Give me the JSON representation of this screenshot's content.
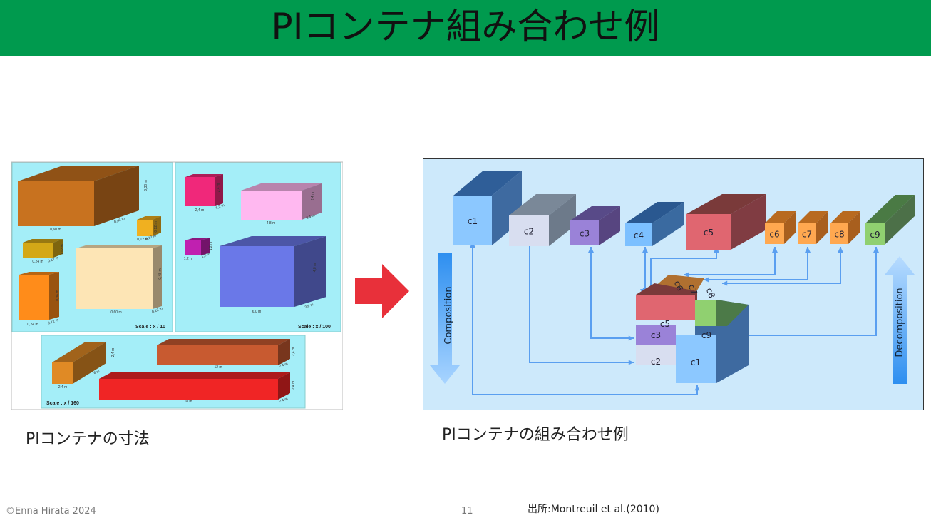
{
  "slide": {
    "title": "PIコンテナ組み合わせ例",
    "left_caption": "PIコンテナの寸法",
    "right_caption": "PIコンテナの組み合わせ例",
    "copyright": "©Enna Hirata 2024",
    "page_number": "11",
    "source": "出所:Montreuil et al.(2010)"
  },
  "colors": {
    "banner": "#009a4e",
    "arrow": "#e8303a",
    "diagram_bg": "#cde9fb",
    "panel_bg": "#a4eef8"
  },
  "dimensions_figure": {
    "scales": [
      "Scale : x / 10",
      "Scale : x / 100",
      "Scale : x / 160"
    ],
    "labels": [
      "0,60 m",
      "0,48 m",
      "0,36 m",
      "0,12 m",
      "0,12 m",
      "0,12 m",
      "0,24 m",
      "0,12 m",
      "0,12 m",
      "0,60 m",
      "0,12 m",
      "0,48 m",
      "0,24 m",
      "0,12 m",
      "0,36 m",
      "2,4 m",
      "1,2 m",
      "2,4 m",
      "4,8 m",
      "2,4 m",
      "2,4 m",
      "1,2 m",
      "1,2 m",
      "1,2 m",
      "6,0 m",
      "3,6 m",
      "4,8 m",
      "2,4 m",
      "6 m",
      "2,4 m",
      "12 m",
      "2,4 m",
      "2,4 m",
      "18 m",
      "2,4 m",
      "2,4 m"
    ]
  },
  "composition_figure": {
    "containers": [
      "c1",
      "c2",
      "c3",
      "c4",
      "c5",
      "c6",
      "c7",
      "c8",
      "c9"
    ],
    "composite": [
      "c5",
      "c9",
      "c3",
      "c2",
      "c1",
      "c6",
      "c7",
      "c8"
    ],
    "composition_label": "Composition",
    "decomposition_label": "Decomposition"
  }
}
